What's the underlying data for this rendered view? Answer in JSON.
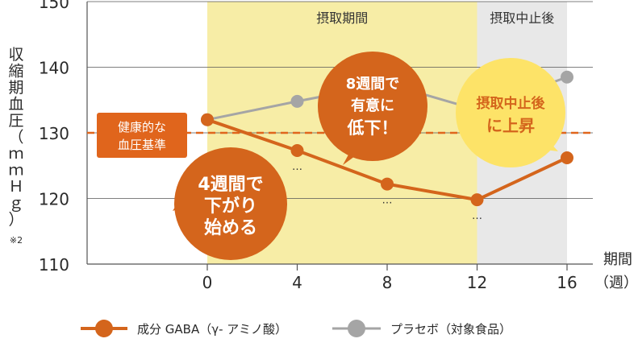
{
  "chart_data": {
    "type": "line",
    "ylabel_lines": [
      "収",
      "縮",
      "期",
      "血",
      "圧",
      "（",
      "ｍ",
      "ｍ",
      "Ｈ",
      "ｇ",
      "）"
    ],
    "ylabel_note": "※2",
    "xlabel_lines": [
      "期間",
      "（週）"
    ],
    "ylim": [
      110,
      150
    ],
    "yticks": [
      "110",
      "120",
      "130",
      "140",
      "150"
    ],
    "xticks": [
      "0",
      "4",
      "8",
      "12",
      "16"
    ],
    "phases": [
      {
        "label": "摂取期間",
        "from": 0,
        "to": 12,
        "color": "#f7eda6"
      },
      {
        "label": "摂取中止後",
        "from": 12,
        "to": 16,
        "color": "#e8e8e8"
      }
    ],
    "reference": {
      "value": 130,
      "label_lines": [
        "健康的な",
        "血圧基準"
      ],
      "color": "#e0651c"
    },
    "series": [
      {
        "name": "成分 GABA（γ- アミノ酸）",
        "x": [
          0,
          4,
          8,
          12,
          16
        ],
        "values": [
          132,
          127.3,
          122.2,
          119.8,
          126.2
        ],
        "color": "#d4651c"
      },
      {
        "name": "プラセボ（対象食品）",
        "x": [
          0,
          4,
          8,
          12,
          16
        ],
        "values": [
          132,
          134.8,
          137.5,
          133.5,
          138.5
        ],
        "color": "#a5a5a5"
      }
    ],
    "significance_mark": "…",
    "annotations": [
      {
        "lines": [
          "4週間で",
          "下がり",
          "始める"
        ]
      },
      {
        "lines": [
          "8週間で",
          "有意に",
          "低下！"
        ]
      },
      {
        "lines": [
          "摂取中止後",
          "に上昇"
        ]
      }
    ]
  }
}
